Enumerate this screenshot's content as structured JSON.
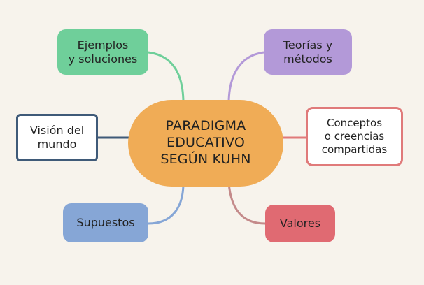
{
  "center": {
    "label": "PARADIGMA\nEDUCATIVO\nSEGÚN KUHN",
    "color": "#f0ac56"
  },
  "branches": {
    "ejemplos": {
      "label": "Ejemplos\ny soluciones",
      "color": "#6fcf9a"
    },
    "teorias": {
      "label": "Teorías y\nmétodos",
      "color": "#b399d8"
    },
    "vision": {
      "label": "Visión del\nmundo",
      "color": "#3f5a78"
    },
    "conceptos": {
      "label": "Conceptos\no creencias\ncompartidas",
      "color": "#e07a7a"
    },
    "supuestos": {
      "label": "Supuestos",
      "color": "#86a6d6"
    },
    "valores": {
      "label": "Valores",
      "color": "#e06a72"
    }
  },
  "background_color": "#f7f3ec"
}
